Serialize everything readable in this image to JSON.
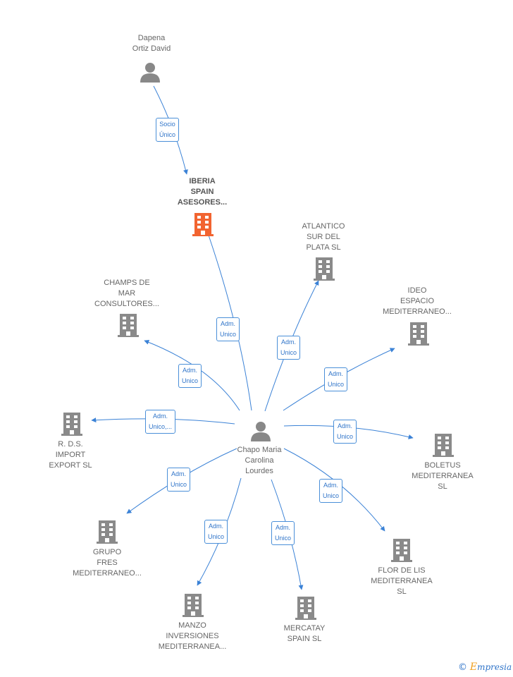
{
  "colors": {
    "edge": "#3b82d6",
    "company_gray": "#8a8a8a",
    "company_highlight": "#f26430",
    "person": "#888888"
  },
  "people": {
    "top": {
      "name": "Dapena\nOrtiz David"
    },
    "center": {
      "name": "Chapo Maria\nCarolina\nLourdes"
    }
  },
  "companies": {
    "iberia": "IBERIA\nSPAIN\nASESORES...",
    "atlantico": "ATLANTICO\nSUR DEL\nPLATA  SL",
    "champs": "CHAMPS DE\nMAR\nCONSULTORES...",
    "ideo": "IDEO\nESPACIO\nMEDITERRANEO...",
    "rds": "R. D.S.\nIMPORT\nEXPORT  SL",
    "boletus": "BOLETUS\nMEDITERRANEA\nSL",
    "grupo": "GRUPO\nFRES\nMEDITERRANEO...",
    "flor": "FLOR DE LIS\nMEDITERRANEA\nSL",
    "manzo": "MANZO\nINVERSIONES\nMEDITERRANEA...",
    "mercatay": "MERCATAY\nSPAIN  SL"
  },
  "edge_labels": {
    "socio": "Socio\nÚnico",
    "iberia": "Adm.\nUnico",
    "atlantico": "Adm.\nUnico",
    "champs": "Adm.\nUnico",
    "ideo": "Adm.\nUnico",
    "rds": "Adm.\nUnico,...",
    "boletus": "Adm.\nUnico",
    "grupo": "Adm.\nUnico",
    "flor": "Adm.\nUnico",
    "manzo": "Adm.\nUnico",
    "mercatay": "Adm.\nUnico"
  },
  "icon_names": {
    "person": "person-icon",
    "company": "building-icon"
  },
  "footer": {
    "copyright": "©",
    "brand_initial": "E",
    "brand_rest": "mpresia"
  }
}
